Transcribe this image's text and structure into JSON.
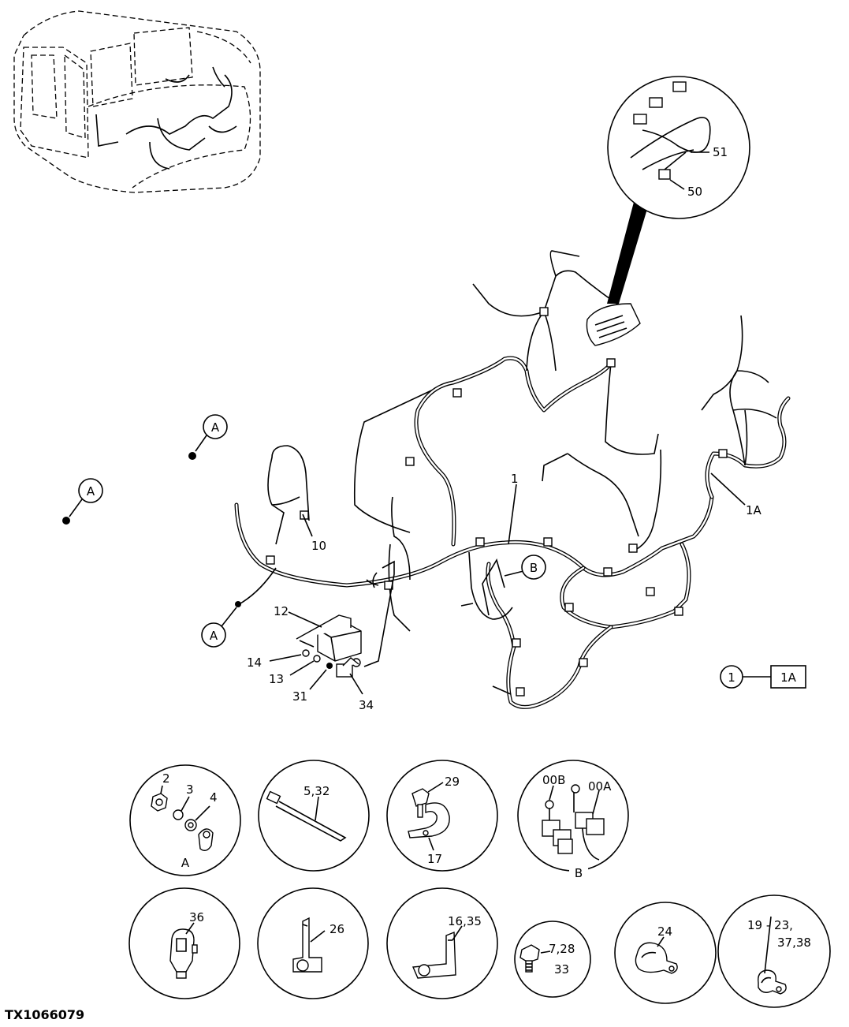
{
  "figure_id": "TX1066079",
  "harness_labels": {
    "main": "1",
    "sub": "1A",
    "p10": "10",
    "p12": "12",
    "p13": "13",
    "p14": "14",
    "p31": "31",
    "p34": "34",
    "p50": "50",
    "p51": "51"
  },
  "view_refs": {
    "a": "A",
    "b": "B"
  },
  "legend": {
    "from": "1",
    "to": "1A"
  },
  "details": {
    "a_nut": "2",
    "a_lock": "3",
    "a_washer": "4",
    "a_letter": "A",
    "tie": "5,32",
    "clamp_screw": "29",
    "clamp": "17",
    "b_left": "00B",
    "b_right": "00A",
    "b_letter": "B",
    "clip": "36",
    "bracket_small": "26",
    "bracket_large": "16,35",
    "bolt_line1": "7,28",
    "bolt_line2": "33",
    "p_clamp": "24",
    "clamps_line1": "19 - 23,",
    "clamps_line2": "37,38"
  }
}
